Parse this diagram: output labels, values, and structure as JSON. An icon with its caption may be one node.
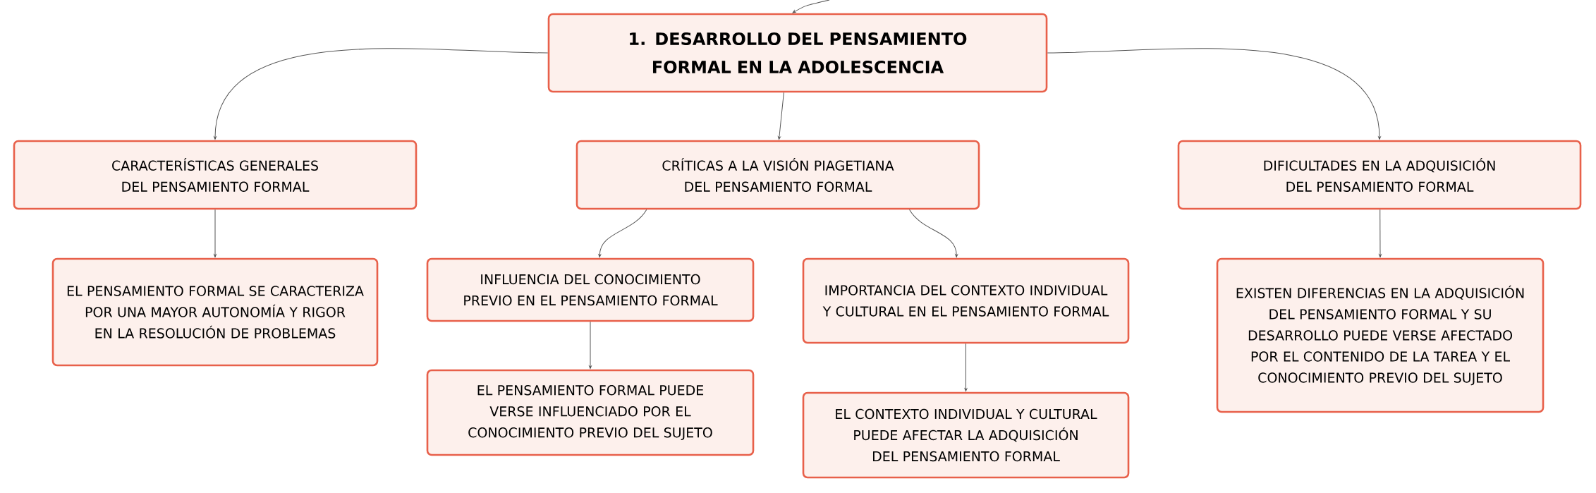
{
  "diagram": {
    "nodes": [
      {
        "text": [
          "1. DESARROLLO DEL PENSAMIENTO FORMAL EN LA ADOLESCENCIA"
        ]
      },
      {
        "text": [
          "CARACTERÍSTICAS GENERALES DEL PENSAMIENTO FORMAL"
        ]
      },
      {
        "text": [
          "CRÍTICAS A LA VISIÓN PIAGETIANA DEL PENSAMIENTO FORMAL"
        ]
      },
      {
        "text": [
          "DIFICULTADES EN LA ADQUISICIÓN DEL PENSAMIENTO FORMAL"
        ]
      },
      {
        "text": [
          "EL PENSAMIENTO FORMAL SE CARACTERIZA POR UNA MAYOR AUTONOMÍA Y RIGOR EN LA RESOLUCIÓN DE PROBLEMAS"
        ]
      },
      {
        "text": [
          "INFLUENCIA DEL CONOCIMIENTO PREVIO EN EL PENSAMIENTO FORMAL"
        ]
      },
      {
        "text": [
          "IMPORTANCIA DEL CONTEXTO INDIVIDUAL Y CULTURAL EN EL PENSAMIENTO FORMAL"
        ]
      },
      {
        "text": [
          "EXISTEN DIFERENCIAS EN LA ADQUISICIÓN DEL PENSAMIENTO FORMAL Y SU DESARROLLO PUEDE VERSE AFECTADO POR EL CONTENIDO DE LA TAREA Y EL CONOCIMIENTO PREVIO DEL SUJETO"
        ]
      },
      {
        "text": [
          "EL PENSAMIENTO FORMAL PUEDE VERSE INFLUENCIADO POR EL CONOCIMIENTO PREVIO DEL SUJETO"
        ]
      },
      {
        "text": [
          "EL CONTEXTO INDIVIDUAL Y CULTURAL PUEDE AFECTAR LA ADQUISICIÓN DEL PENSAMIENTO FORMAL"
        ]
      }
    ],
    "edges": [
      {
        "from": null,
        "to": 0,
        "arrow": "to"
      },
      {
        "from": 0,
        "to": 1,
        "arrow": "to"
      },
      {
        "from": 0,
        "to": 2,
        "arrow": "to"
      },
      {
        "from": 0,
        "to": 3,
        "arrow": "to"
      },
      {
        "from": 1,
        "to": 4,
        "arrow": "to"
      },
      {
        "from": 2,
        "to": 5,
        "arrow": "to"
      },
      {
        "from": 2,
        "to": 6,
        "arrow": "to"
      },
      {
        "from": 3,
        "to": 7,
        "arrow": "to"
      },
      {
        "from": 5,
        "to": 8,
        "arrow": "to"
      },
      {
        "from": 6,
        "to": 9,
        "arrow": "to"
      }
    ]
  }
}
